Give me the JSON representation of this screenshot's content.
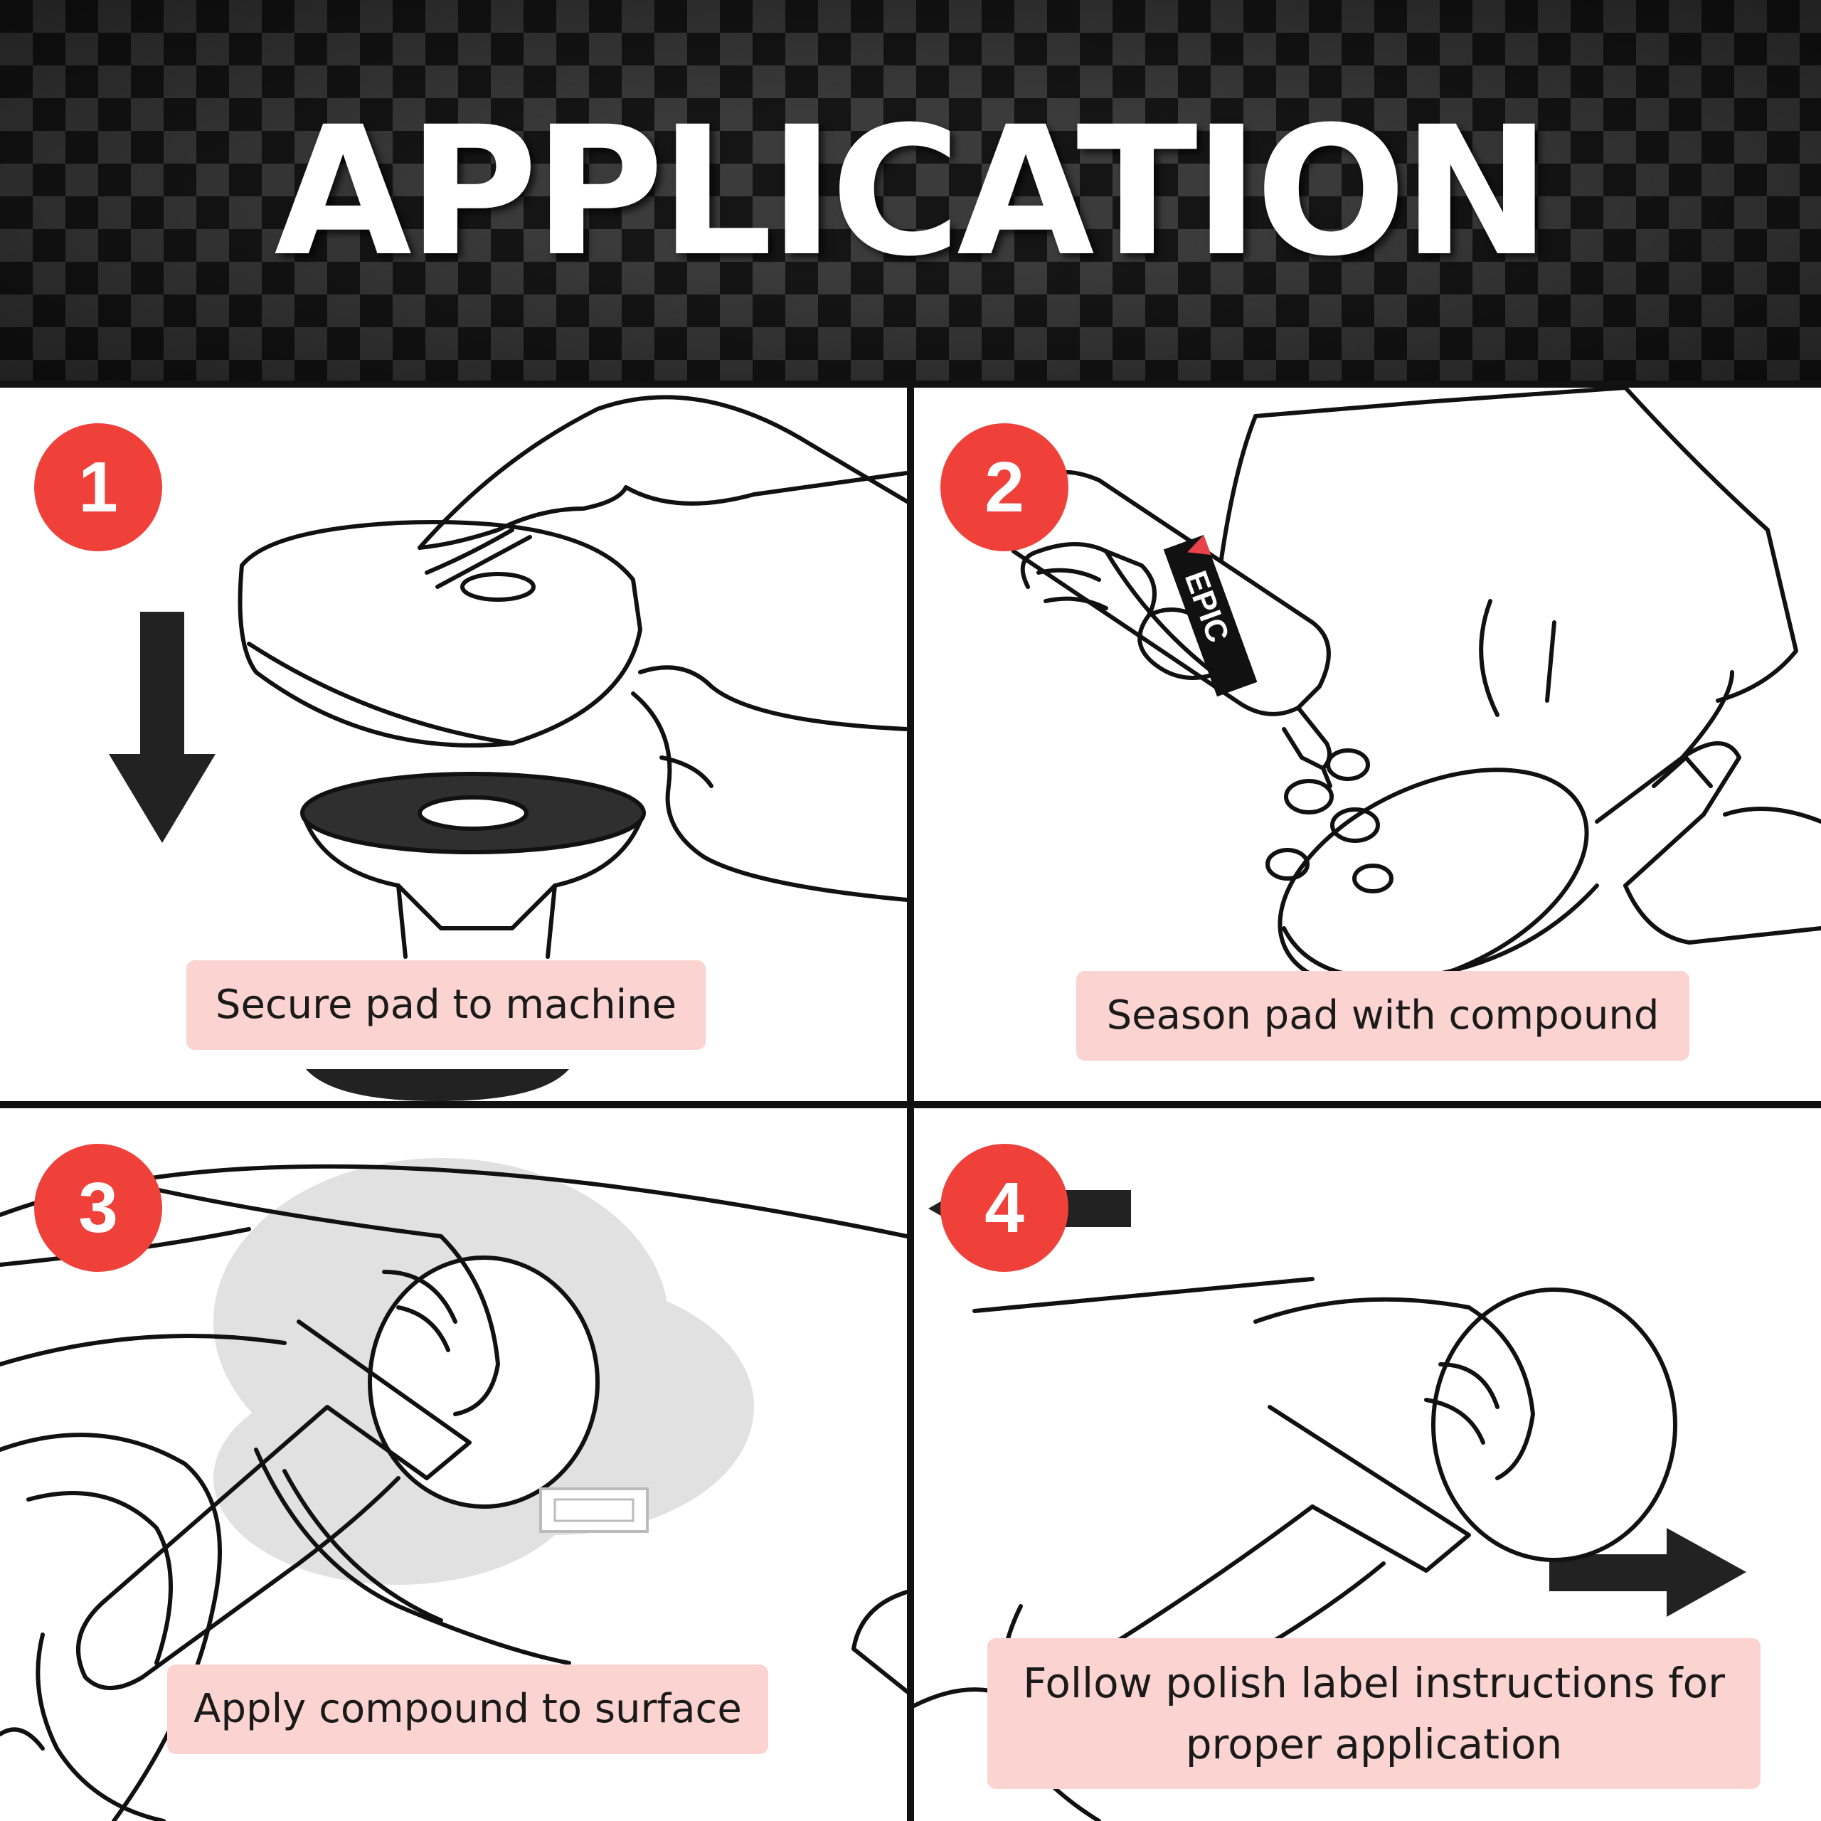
{
  "header": {
    "title": "APPLICATION"
  },
  "steps": [
    {
      "number": "1",
      "caption": "Secure pad to machine"
    },
    {
      "number": "2",
      "caption": "Season pad with compound"
    },
    {
      "number": "3",
      "caption": "Apply compound to surface"
    },
    {
      "number": "4",
      "caption": "Follow polish label instructions for proper application"
    }
  ],
  "product_label": {
    "brand": "EPIC"
  },
  "colors": {
    "badge": "#f0403a",
    "caption_bg": "#fbd3d1",
    "header_bg": "#151515",
    "divider": "#111111"
  }
}
